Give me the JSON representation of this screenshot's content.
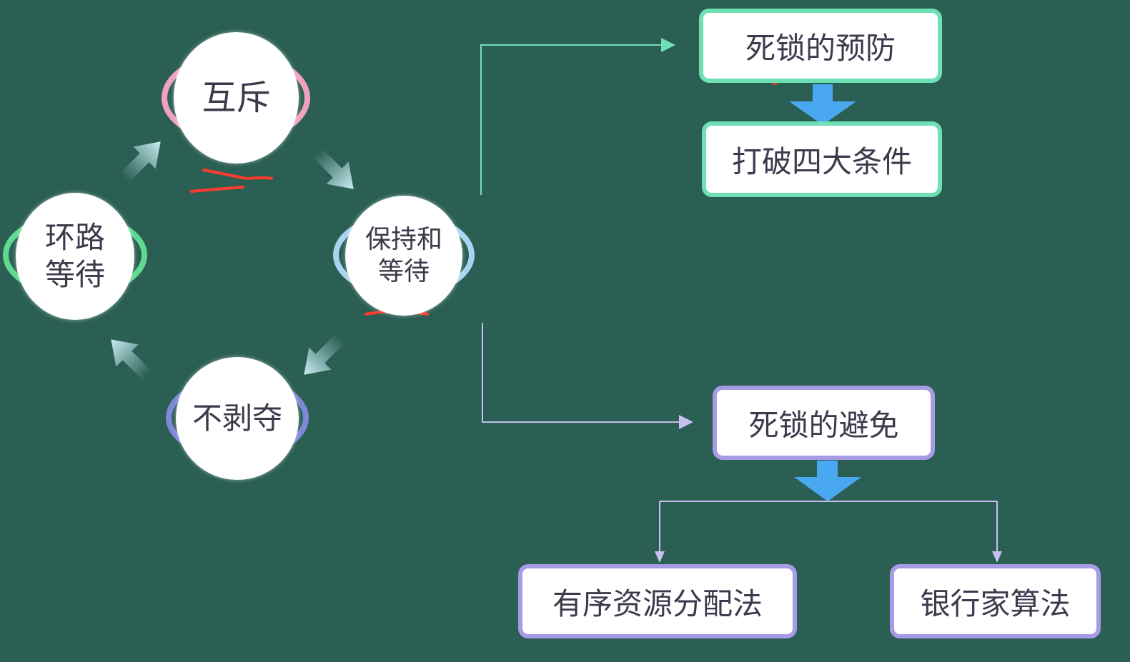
{
  "conditions": {
    "mutual_exclusion": "互斥",
    "hold_and_wait": "保持和等待",
    "no_preemption": "不剥夺",
    "circular_wait": "环路等待"
  },
  "prevention": {
    "title": "死锁的预防",
    "method": "打破四大条件"
  },
  "avoidance": {
    "title": "死锁的避免",
    "methods": [
      "有序资源分配法",
      "银行家算法"
    ]
  },
  "colors": {
    "background": "#2b5f53",
    "prevention_border": "#6fe0b4",
    "avoidance_border": "#a79be6",
    "flow_arrow": "#4aa8f0",
    "annotation": "#ff3b2f"
  }
}
